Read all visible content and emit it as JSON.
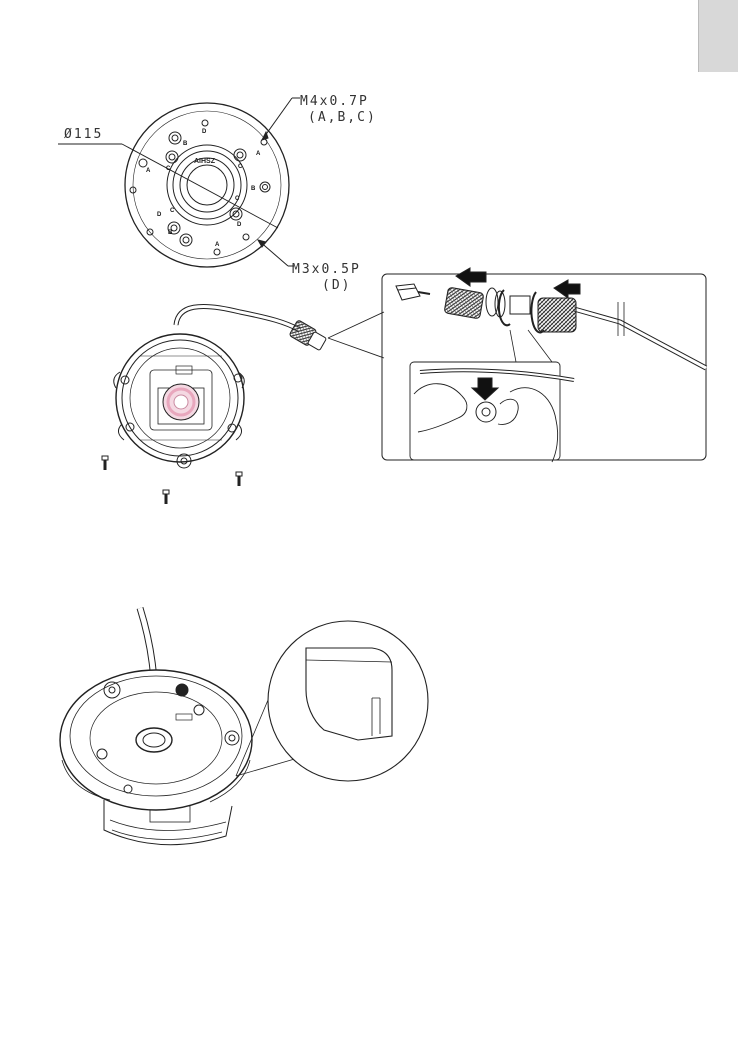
{
  "page": {
    "side_tab_color": "#d8d8d8"
  },
  "bracket": {
    "diameter_label": "Ø115",
    "screw_m4_label": "M4x0.7P",
    "screw_m4_holes": "(A,B,C)",
    "screw_m3_label": "M3x0.5P",
    "screw_m3_holes": "(D)",
    "brand_mark": "AIHSZ",
    "hole_letters": [
      "A",
      "B",
      "C",
      "D"
    ]
  },
  "icons": {
    "arrow": "arrow-left-icon",
    "rotate": "rotate-icon",
    "press": "arrow-down-icon"
  },
  "colors": {
    "lens_tint": "#e8a7bd",
    "line": "#222222",
    "light_fill": "#f2f2f2"
  }
}
